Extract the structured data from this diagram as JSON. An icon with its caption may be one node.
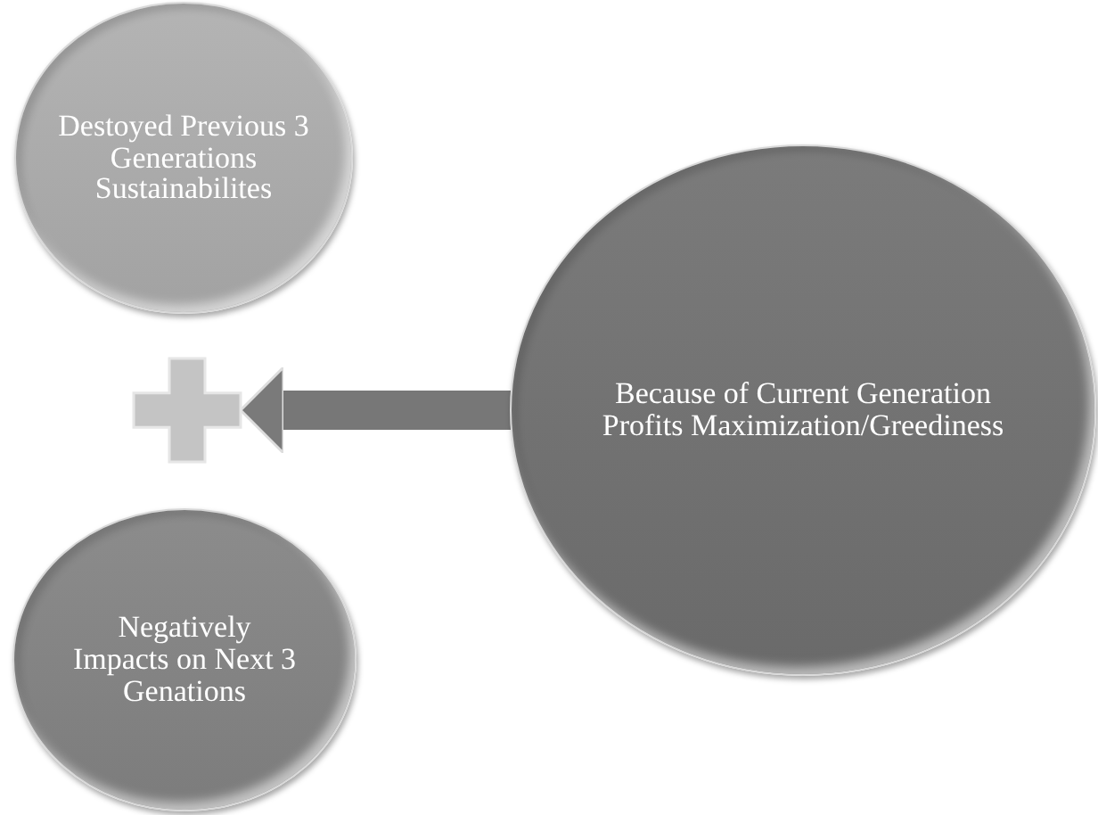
{
  "diagram": {
    "nodes": [
      {
        "text": [
          "Destoyed Previous 3 Generations Sustainabilites"
        ]
      },
      {
        "text": [
          "Negatively Impacts on Next 3 Genations"
        ]
      },
      {
        "text": [
          "Because of Current Generation Profits Maximization/Greediness"
        ]
      },
      {
        "text": [],
        "shape": "plus"
      }
    ],
    "edges": [
      {
        "from": 2,
        "to": 3,
        "arrow": "to"
      }
    ]
  }
}
